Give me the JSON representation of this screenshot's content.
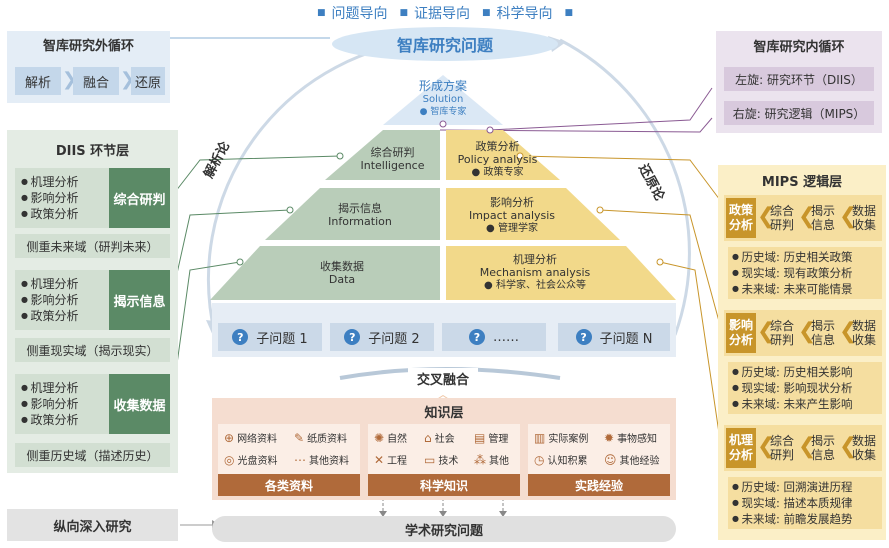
{
  "header": {
    "top_tags": [
      "问题导向",
      "证据导向",
      "科学导向"
    ],
    "main_issue": "智库研究问题"
  },
  "outer_loop": {
    "title": "智库研究外循环",
    "steps": [
      "解析",
      "融合",
      "还原"
    ]
  },
  "inner_loop": {
    "title": "智库研究内循环",
    "items": [
      "左旋: 研究环节（DIIS）",
      "右旋: 研究逻辑（MIPS）"
    ]
  },
  "diis": {
    "title": "DIIS 环节层",
    "groups": [
      {
        "bullets": [
          "机理分析",
          "影响分析",
          "政策分析"
        ],
        "label": "综合研判",
        "note": "侧重未来域（研判未来）"
      },
      {
        "bullets": [
          "机理分析",
          "影响分析",
          "政策分析"
        ],
        "label": "揭示信息",
        "note": "侧重现实域（揭示现实）"
      },
      {
        "bullets": [
          "机理分析",
          "影响分析",
          "政策分析"
        ],
        "label": "收集数据",
        "note": "侧重历史域（描述历史）"
      }
    ]
  },
  "mips": {
    "title": "MIPS 逻辑层",
    "groups": [
      {
        "label": "政策\n分析",
        "steps": [
          "综合\n研判",
          "揭示\n信息",
          "数据\n收集"
        ],
        "bullets": [
          "历史域: 历史相关政策",
          "现实域: 现有政策分析",
          "未来域: 未来可能情景"
        ]
      },
      {
        "label": "影响\n分析",
        "steps": [
          "综合\n研判",
          "揭示\n信息",
          "数据\n收集"
        ],
        "bullets": [
          "历史域: 历史相关影响",
          "现实域: 影响现状分析",
          "未来域: 未来产生影响"
        ]
      },
      {
        "label": "机理\n分析",
        "steps": [
          "综合\n研判",
          "揭示\n信息",
          "数据\n收集"
        ],
        "bullets": [
          "历史域: 回溯演进历程",
          "现实域: 描述本质规律",
          "未来域: 前瞻发展趋势"
        ]
      }
    ]
  },
  "pyramid": {
    "top": {
      "cn": "形成方案",
      "en": "Solution",
      "who": "● 智库专家"
    },
    "left": [
      {
        "cn": "综合研判",
        "en": "Intelligence"
      },
      {
        "cn": "揭示信息",
        "en": "Information"
      },
      {
        "cn": "收集数据",
        "en": "Data"
      }
    ],
    "right": [
      {
        "cn": "政策分析",
        "en": "Policy analysis",
        "who": "● 政策专家"
      },
      {
        "cn": "影响分析",
        "en": "Impact analysis",
        "who": "● 管理学家"
      },
      {
        "cn": "机理分析",
        "en": "Mechanism analysis",
        "who": "● 科学家、社会公众等"
      }
    ],
    "left_arc": "解析论",
    "right_arc": "还原论"
  },
  "subproblems": [
    "子问题 1",
    "子问题 2",
    "……",
    "子问题 N"
  ],
  "cross_fusion": "交叉融合",
  "knowledge": {
    "title": "知识层",
    "columns": [
      {
        "footer": "各类资料",
        "items": [
          [
            "网络资料",
            "纸质资料"
          ],
          [
            "光盘资料",
            "其他资料"
          ]
        ]
      },
      {
        "footer": "科学知识",
        "items": [
          [
            "自然",
            "社会",
            "管理"
          ],
          [
            "工程",
            "技术",
            "其他"
          ]
        ]
      },
      {
        "footer": "实践经验",
        "items": [
          [
            "实际案例",
            "事物感知"
          ],
          [
            "认知积累",
            "其他经验"
          ]
        ]
      }
    ]
  },
  "bottom": {
    "left": "纵向深入研究",
    "center": "学术研究问题"
  },
  "colors": {
    "blue": "#3d7fc1",
    "green": "#5b8a66",
    "yellow": "#c8952a",
    "purple": "#8a5a93",
    "brown": "#b06a3a"
  }
}
